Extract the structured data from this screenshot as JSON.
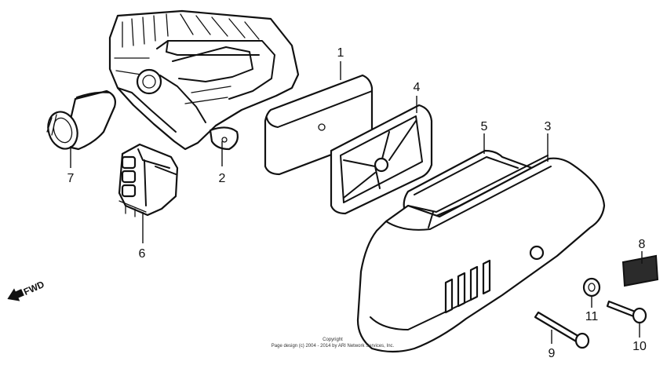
{
  "callouts": {
    "p1": "1",
    "p2": "2",
    "p3": "3",
    "p4": "4",
    "p5": "5",
    "p6": "6",
    "p7": "7",
    "p8": "8",
    "p9": "9",
    "p10": "10",
    "p11": "11"
  },
  "direction": {
    "label": "FWD"
  },
  "copyright": {
    "line1": "Copyright",
    "line2": "Page design (c) 2004 - 2014 by ARI Network Services, Inc."
  }
}
